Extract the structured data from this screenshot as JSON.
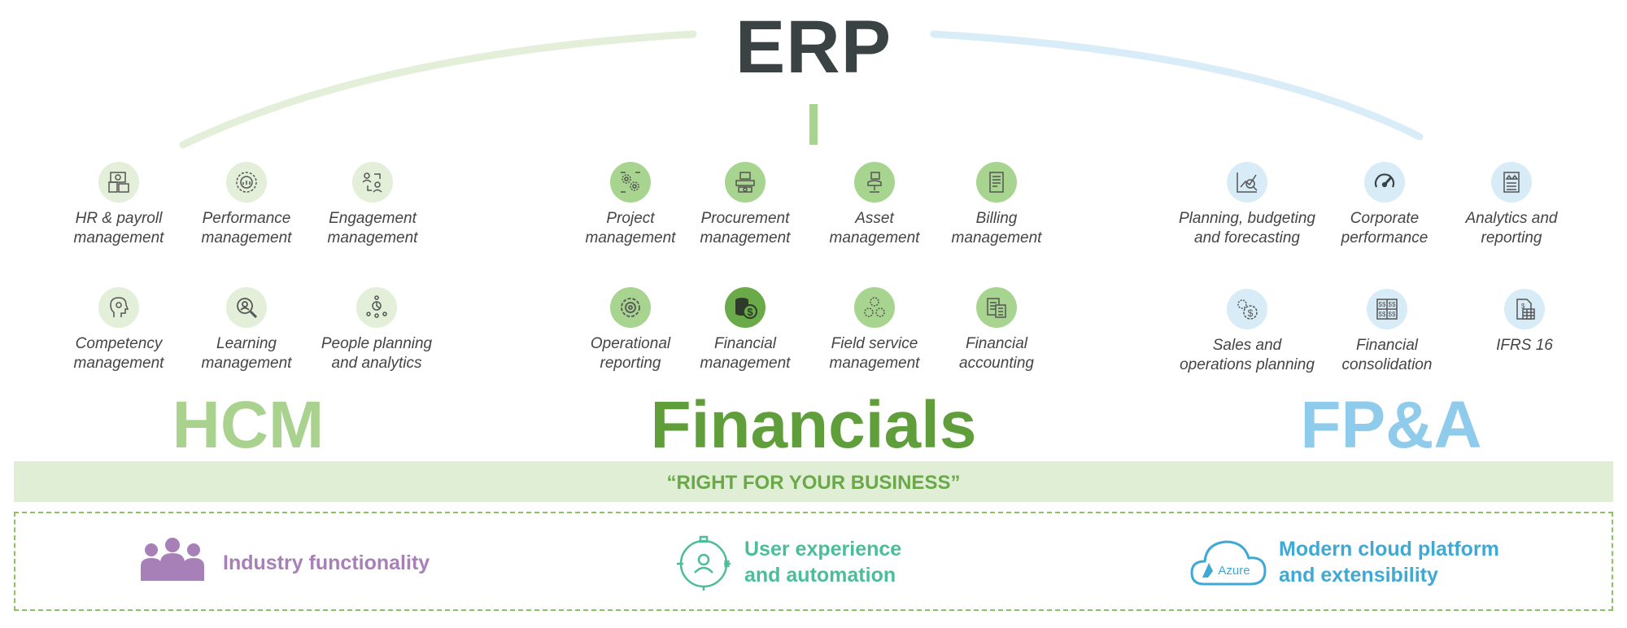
{
  "erp": {
    "title": "ERP"
  },
  "hcm": {
    "title": "HCM",
    "color": "#a9d28e",
    "modules": [
      {
        "label": "HR & payroll\nmanagement",
        "icon": "payroll-icon"
      },
      {
        "label": "Performance\nmanagement",
        "icon": "performance-gear-icon"
      },
      {
        "label": "Engagement\nmanagement",
        "icon": "engagement-people-icon"
      },
      {
        "label": "Competency\nmanagement",
        "icon": "competency-head-icon"
      },
      {
        "label": "Learning\nmanagement",
        "icon": "learning-search-icon"
      },
      {
        "label": "People planning\nand analytics",
        "icon": "people-planning-icon"
      }
    ]
  },
  "financials": {
    "title": "Financials",
    "color": "#5f9e3a",
    "modules": [
      {
        "label": "Project\nmanagement",
        "icon": "project-gears-icon"
      },
      {
        "label": "Procurement\nmanagement",
        "icon": "procurement-icon"
      },
      {
        "label": "Asset\nmanagement",
        "icon": "asset-icon"
      },
      {
        "label": "Billing\nmanagement",
        "icon": "billing-document-icon"
      },
      {
        "label": "Operational\nreporting",
        "icon": "operational-gear-icon"
      },
      {
        "label": "Financial\nmanagement",
        "icon": "coins-dollar-icon"
      },
      {
        "label": "Field service\nmanagement",
        "icon": "field-service-gears-icon"
      },
      {
        "label": "Financial\naccounting",
        "icon": "accounting-calculator-icon"
      }
    ]
  },
  "fpa": {
    "title": "FP&A",
    "color": "#8fcbea",
    "modules": [
      {
        "label": "Planning, budgeting\nand forecasting",
        "icon": "planning-chart-icon"
      },
      {
        "label": "Corporate\nperformance",
        "icon": "speedometer-icon"
      },
      {
        "label": "Analytics and\nreporting",
        "icon": "analytics-report-icon"
      },
      {
        "label": "Sales and\noperations planning",
        "icon": "sales-gears-dollar-icon"
      },
      {
        "label": "Financial\nconsolidation",
        "icon": "consolidation-icon"
      },
      {
        "label": "IFRS 16",
        "icon": "ifrs-document-icon"
      }
    ]
  },
  "tagline": "“RIGHT FOR YOUR BUSINESS”",
  "features": [
    {
      "label": "Industry functionality",
      "color": "#a680b6",
      "icon": "people-group-icon"
    },
    {
      "label": "User experience\nand automation",
      "color": "#4cbd9a",
      "icon": "user-target-icon"
    },
    {
      "label": "Modern cloud platform\nand extensibility",
      "color": "#3fa9d6",
      "icon": "azure-cloud-icon"
    }
  ],
  "azure_label": "Azure"
}
